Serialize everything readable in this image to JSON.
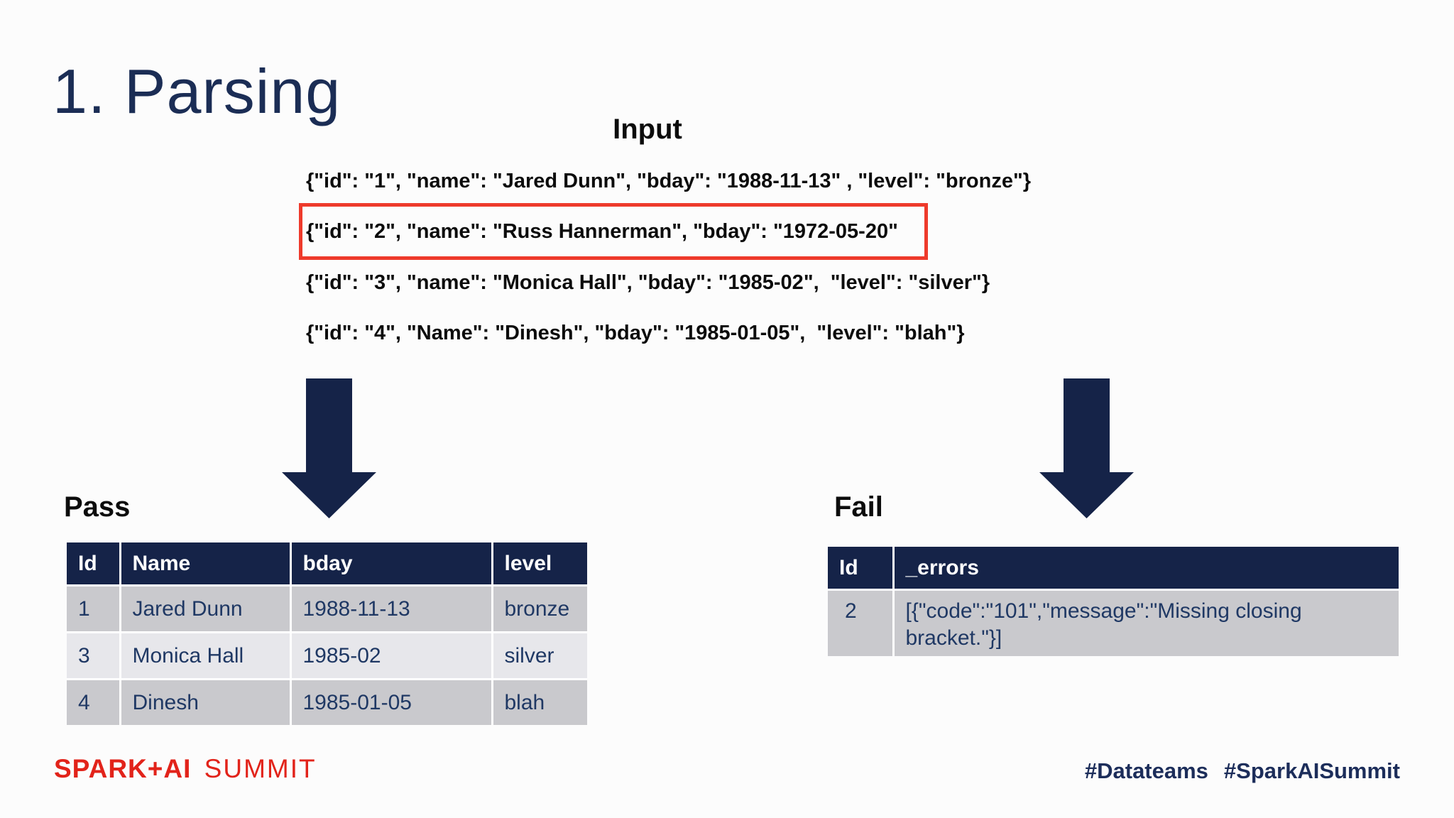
{
  "title": "1. Parsing",
  "input": {
    "heading": "Input",
    "lines": [
      "{\"id\": \"1\", \"name\": \"Jared Dunn\", \"bday\": \"1988-11-13\" , \"level\": \"bronze\"}",
      "{\"id\": \"2\", \"name\": \"Russ Hannerman\", \"bday\": \"1972-05-20\"",
      "{\"id\": \"3\", \"name\": \"Monica Hall\", \"bday\": \"1985-02\",  \"level\": \"silver\"}",
      "{\"id\": \"4\", \"Name\": \"Dinesh\", \"bday\": \"1985-01-05\",  \"level\": \"blah\"}"
    ],
    "highlighted_line_index": 1
  },
  "pass": {
    "label": "Pass",
    "table": {
      "headers": [
        "Id",
        "Name",
        "bday",
        "level"
      ],
      "rows": [
        [
          "1",
          "Jared Dunn",
          "1988-11-13",
          "bronze"
        ],
        [
          "3",
          "Monica Hall",
          "1985-02",
          "silver"
        ],
        [
          "4",
          "Dinesh",
          "1985-01-05",
          "blah"
        ]
      ]
    }
  },
  "fail": {
    "label": "Fail",
    "table": {
      "headers": [
        "Id",
        "_errors"
      ],
      "rows": [
        [
          "2",
          "[{\"code\":\"101\",\"message\":\"Missing closing bracket.\"}]"
        ]
      ]
    }
  },
  "footer": {
    "logo_primary": "SPARK+AI",
    "logo_secondary": "SUMMIT",
    "hashtags": [
      "#Datateams",
      "#SparkAISummit"
    ]
  },
  "colors": {
    "navy": "#152348",
    "title_navy": "#1b2d55",
    "highlight_red": "#ee3a2b",
    "brand_red": "#e2231a",
    "row_dark": "#c9c9cd",
    "row_light": "#e7e7eb",
    "cell_text_navy": "#1f3864"
  }
}
